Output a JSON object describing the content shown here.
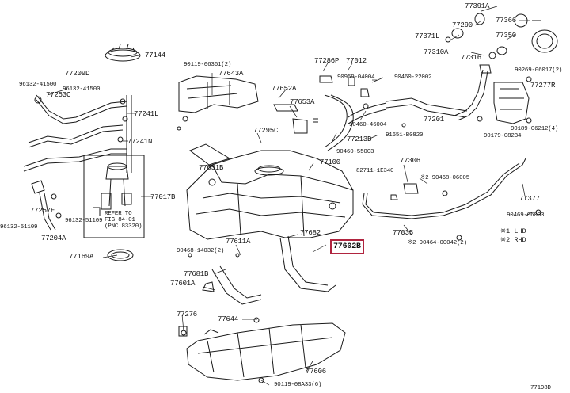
{
  "diagram_id": "77198D",
  "highlighted_part": "77602B",
  "labels": {
    "p77391a": "77391A",
    "p77290": "77290",
    "p77366": "77366",
    "p77371l": "77371L",
    "p77350": "77350",
    "p77310a": "77310A",
    "p77316": "77316",
    "p90269": "90269-06017(2)",
    "p77277r": "77277R",
    "p90189": "90189-06212(4)",
    "p90179": "90179-08234",
    "p77144": "77144",
    "p90119_0636": "90119-06361(2)",
    "p77643a": "77643A",
    "p77209d": "77209D",
    "p96132_4150a": "96132-41500",
    "p96132_4150b": "96132-41500",
    "p77253c": "77253C",
    "p77241l": "77241L",
    "p77241n": "77241N",
    "p77017b": "77017B",
    "refer_note_1": "REFER TO",
    "refer_note_2": "FIG 84-01",
    "refer_note_3": "(PNC 83320)",
    "p77257e": "77257E",
    "p96132_5110a": "96132-51109",
    "p96132_5110b": "96132-51109",
    "p77204a": "77204A",
    "p77169a": "77169A",
    "p77286p": "77286P",
    "p77012": "77012",
    "p90959": "90959-04004",
    "p90460_2200": "90460-22002",
    "p77652a": "77652A",
    "p77653a": "77653A",
    "p77201": "77201",
    "p90460_4600": "90460-46004",
    "p77213b": "77213B",
    "p91651": "91651-B0820",
    "p90460_5500": "90460-55003",
    "p77295c": "77295C",
    "p77651b": "77651B",
    "p77100": "77100",
    "p77306": "77306",
    "p82711": "82711-1E340",
    "p90468_6005": "※2 90468-06005",
    "p77377": "77377",
    "p90469": "90469-06003",
    "p77035": "77035",
    "p90464": "※2 90464-00042(2)",
    "p77682": "77682",
    "p77602b": "77602B",
    "p77611a": "77611A",
    "p90468_1403": "90468-14032(2)",
    "p77681b": "77681B",
    "p77601a": "77601A",
    "p77276": "77276",
    "p77644": "77644",
    "p77606": "77606",
    "p90119_08a3": "90119-08A33(6)",
    "legend_1": "※1 LHD",
    "legend_2": "※2 RHD",
    "fig_ref": "77198D"
  }
}
